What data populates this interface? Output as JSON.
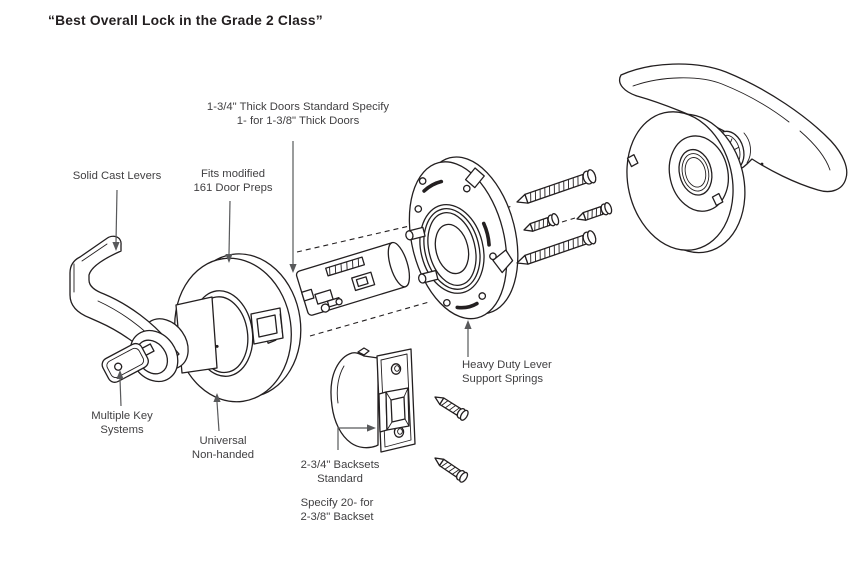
{
  "title": "“Best Overall Lock in the Grade 2 Class”",
  "labels": {
    "thick_doors": "1-3/4\" Thick Doors Standard Specify\n1- for 1-3/8\" Thick Doors",
    "solid_cast_levers": "Solid Cast Levers",
    "fits_modified": "Fits modified\n161 Door Preps",
    "multiple_key": "Multiple Key\nSystems",
    "universal": "Universal\nNon-handed",
    "heavy_duty": "Heavy Duty Lever\nSupport Springs",
    "backsets": "2-3/4\" Backsets\nStandard",
    "specify_backset": "Specify 20- for\n2-3/8\" Backset"
  },
  "diagram_parts": [
    "left-lever-assembly",
    "key",
    "left-rose",
    "lock-chassis",
    "retractor",
    "mounting-plate",
    "mounting-screws",
    "right-lever",
    "outer-rose",
    "latch-assembly",
    "latch-screws"
  ],
  "colors": {
    "line": "#231f20",
    "leader": "#58595b",
    "text": "#414042",
    "background": "#ffffff"
  }
}
